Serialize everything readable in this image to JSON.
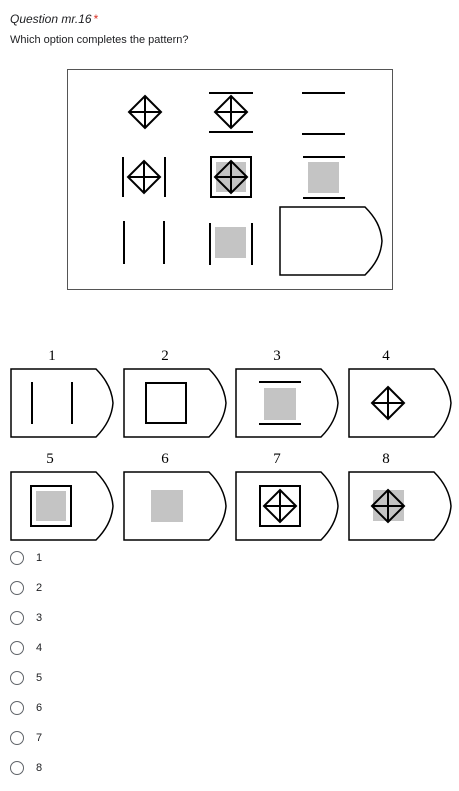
{
  "question": {
    "title": "Question mr.16",
    "required_mark": "*",
    "text": "Which option completes the pattern?"
  },
  "options": [
    "1",
    "2",
    "3",
    "4",
    "5",
    "6",
    "7",
    "8"
  ],
  "radio_options": [
    "1",
    "2",
    "3",
    "4",
    "5",
    "6",
    "7",
    "8"
  ],
  "colors": {
    "shape_fill": "#c4c4c4",
    "stroke": "#000000",
    "required": "#d93025",
    "radio_border": "#5f6368"
  }
}
